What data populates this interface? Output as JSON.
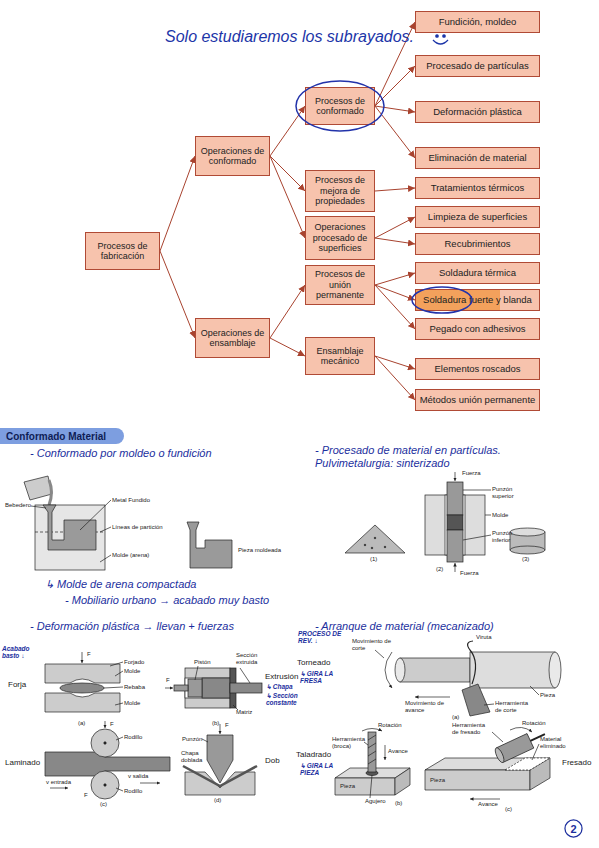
{
  "diagram": {
    "title": "Solo estudiaremos los subrayados.",
    "nodes": [
      {
        "text": [
          "Procesos de fabricación"
        ]
      },
      {
        "text": [
          "Operaciones de conformado"
        ]
      },
      {
        "text": [
          "Operaciones de ensamblaje"
        ]
      },
      {
        "text": [
          "Procesos de conformado"
        ]
      },
      {
        "text": [
          "Procesos de mejora de propiedades"
        ]
      },
      {
        "text": [
          "Operaciones procesado de superficies"
        ]
      },
      {
        "text": [
          "Procesos de unión permanente"
        ]
      },
      {
        "text": [
          "Ensamblaje mecánico"
        ]
      },
      {
        "text": [
          "Fundición, moldeo"
        ]
      },
      {
        "text": [
          "Procesado de partículas"
        ]
      },
      {
        "text": [
          "Deformación plástica"
        ]
      },
      {
        "text": [
          "Eliminación de material"
        ]
      },
      {
        "text": [
          "Tratamientos térmicos"
        ]
      },
      {
        "text": [
          "Limpieza de superficies"
        ]
      },
      {
        "text": [
          "Recubrimientos"
        ]
      },
      {
        "text": [
          "Soldadura térmica"
        ]
      },
      {
        "text": [
          "Soldadura fuerte y blanda"
        ]
      },
      {
        "text": [
          "Pegado con adhesivos"
        ]
      },
      {
        "text": [
          "Elementos roscados"
        ]
      },
      {
        "text": [
          "Métodos unión permanente"
        ]
      },
      {
        "text": [
          "Conformado Material"
        ]
      },
      {
        "text": [
          "2"
        ]
      }
    ],
    "edges": [
      {
        "from": 0,
        "to": 1,
        "arrow": "to"
      },
      {
        "from": 0,
        "to": 2,
        "arrow": "to"
      },
      {
        "from": 1,
        "to": 3,
        "arrow": "to"
      },
      {
        "from": 1,
        "to": 4,
        "arrow": "to"
      },
      {
        "from": 1,
        "to": 5,
        "arrow": "to"
      },
      {
        "from": 3,
        "to": 8,
        "arrow": "to"
      },
      {
        "from": 3,
        "to": 9,
        "arrow": "to"
      },
      {
        "from": 3,
        "to": 10,
        "arrow": "to"
      },
      {
        "from": 3,
        "to": 11,
        "arrow": "to"
      },
      {
        "from": 4,
        "to": 12,
        "arrow": "to"
      },
      {
        "from": 5,
        "to": 13,
        "arrow": "to"
      },
      {
        "from": 5,
        "to": 14,
        "arrow": "to"
      },
      {
        "from": 2,
        "to": 6,
        "arrow": "to"
      },
      {
        "from": 2,
        "to": 7,
        "arrow": "to"
      },
      {
        "from": 6,
        "to": 15,
        "arrow": "to"
      },
      {
        "from": 6,
        "to": 16,
        "arrow": "to"
      },
      {
        "from": 6,
        "to": 17,
        "arrow": "to"
      },
      {
        "from": 7,
        "to": 18,
        "arrow": "to"
      },
      {
        "from": 7,
        "to": 19,
        "arrow": "to"
      }
    ],
    "labels": [
      "- Conformado por moldeo o fundición",
      "- Procesado de material en partículas. Pulvimetalurgia: sinterizado",
      "Bebedero",
      "Metal Fundido",
      "Líneas de partición",
      "Molde (arena)",
      "Pieza moldeada",
      "(1)",
      "Fuerza",
      "Punzón superior",
      "Molde",
      "Punzón inferior",
      "Fuerza",
      "(2)",
      "(3)",
      "↳ Molde de arena compactada",
      "- Mobiliario urbano → acabado muy basto",
      "- Deformación plástica → llevan + fuerzas",
      "- Arranque de material (mecanizado)",
      "Acabado basto ↓",
      "Forja",
      "F",
      "Forjado",
      "Molde",
      "Rebaba",
      "Molde",
      "(a)",
      "F",
      "Pistón",
      "Sección extruida",
      "Matriz",
      "(b)",
      "Extrusión",
      "↳ Chapa",
      "↳ Sección constante",
      "F",
      "Rodillo",
      "v entrada",
      "v salida",
      "Rodillo",
      "F",
      "(c)",
      "Laminado",
      "F",
      "Punzón",
      "Chapa doblada",
      "(d)",
      "Dob",
      "PROCESO DE REV. ↓",
      "Torneado",
      "↳ GIRA LA FRESA",
      "Viruta",
      "Movimiento de corte",
      "Pieza",
      "Herramienta de corte",
      "Movimiento de avance",
      "(a)",
      "Rotación",
      "Herramienta (broca)",
      "Avance",
      "Pieza",
      "Agujero",
      "(b)",
      "Taladrado",
      "↳ GIRA LA PIEZA",
      "Rotación",
      "Herramienta de fresado",
      "Material eliminado",
      "Pieza",
      "Avance",
      "(c)",
      "Fresado"
    ]
  }
}
